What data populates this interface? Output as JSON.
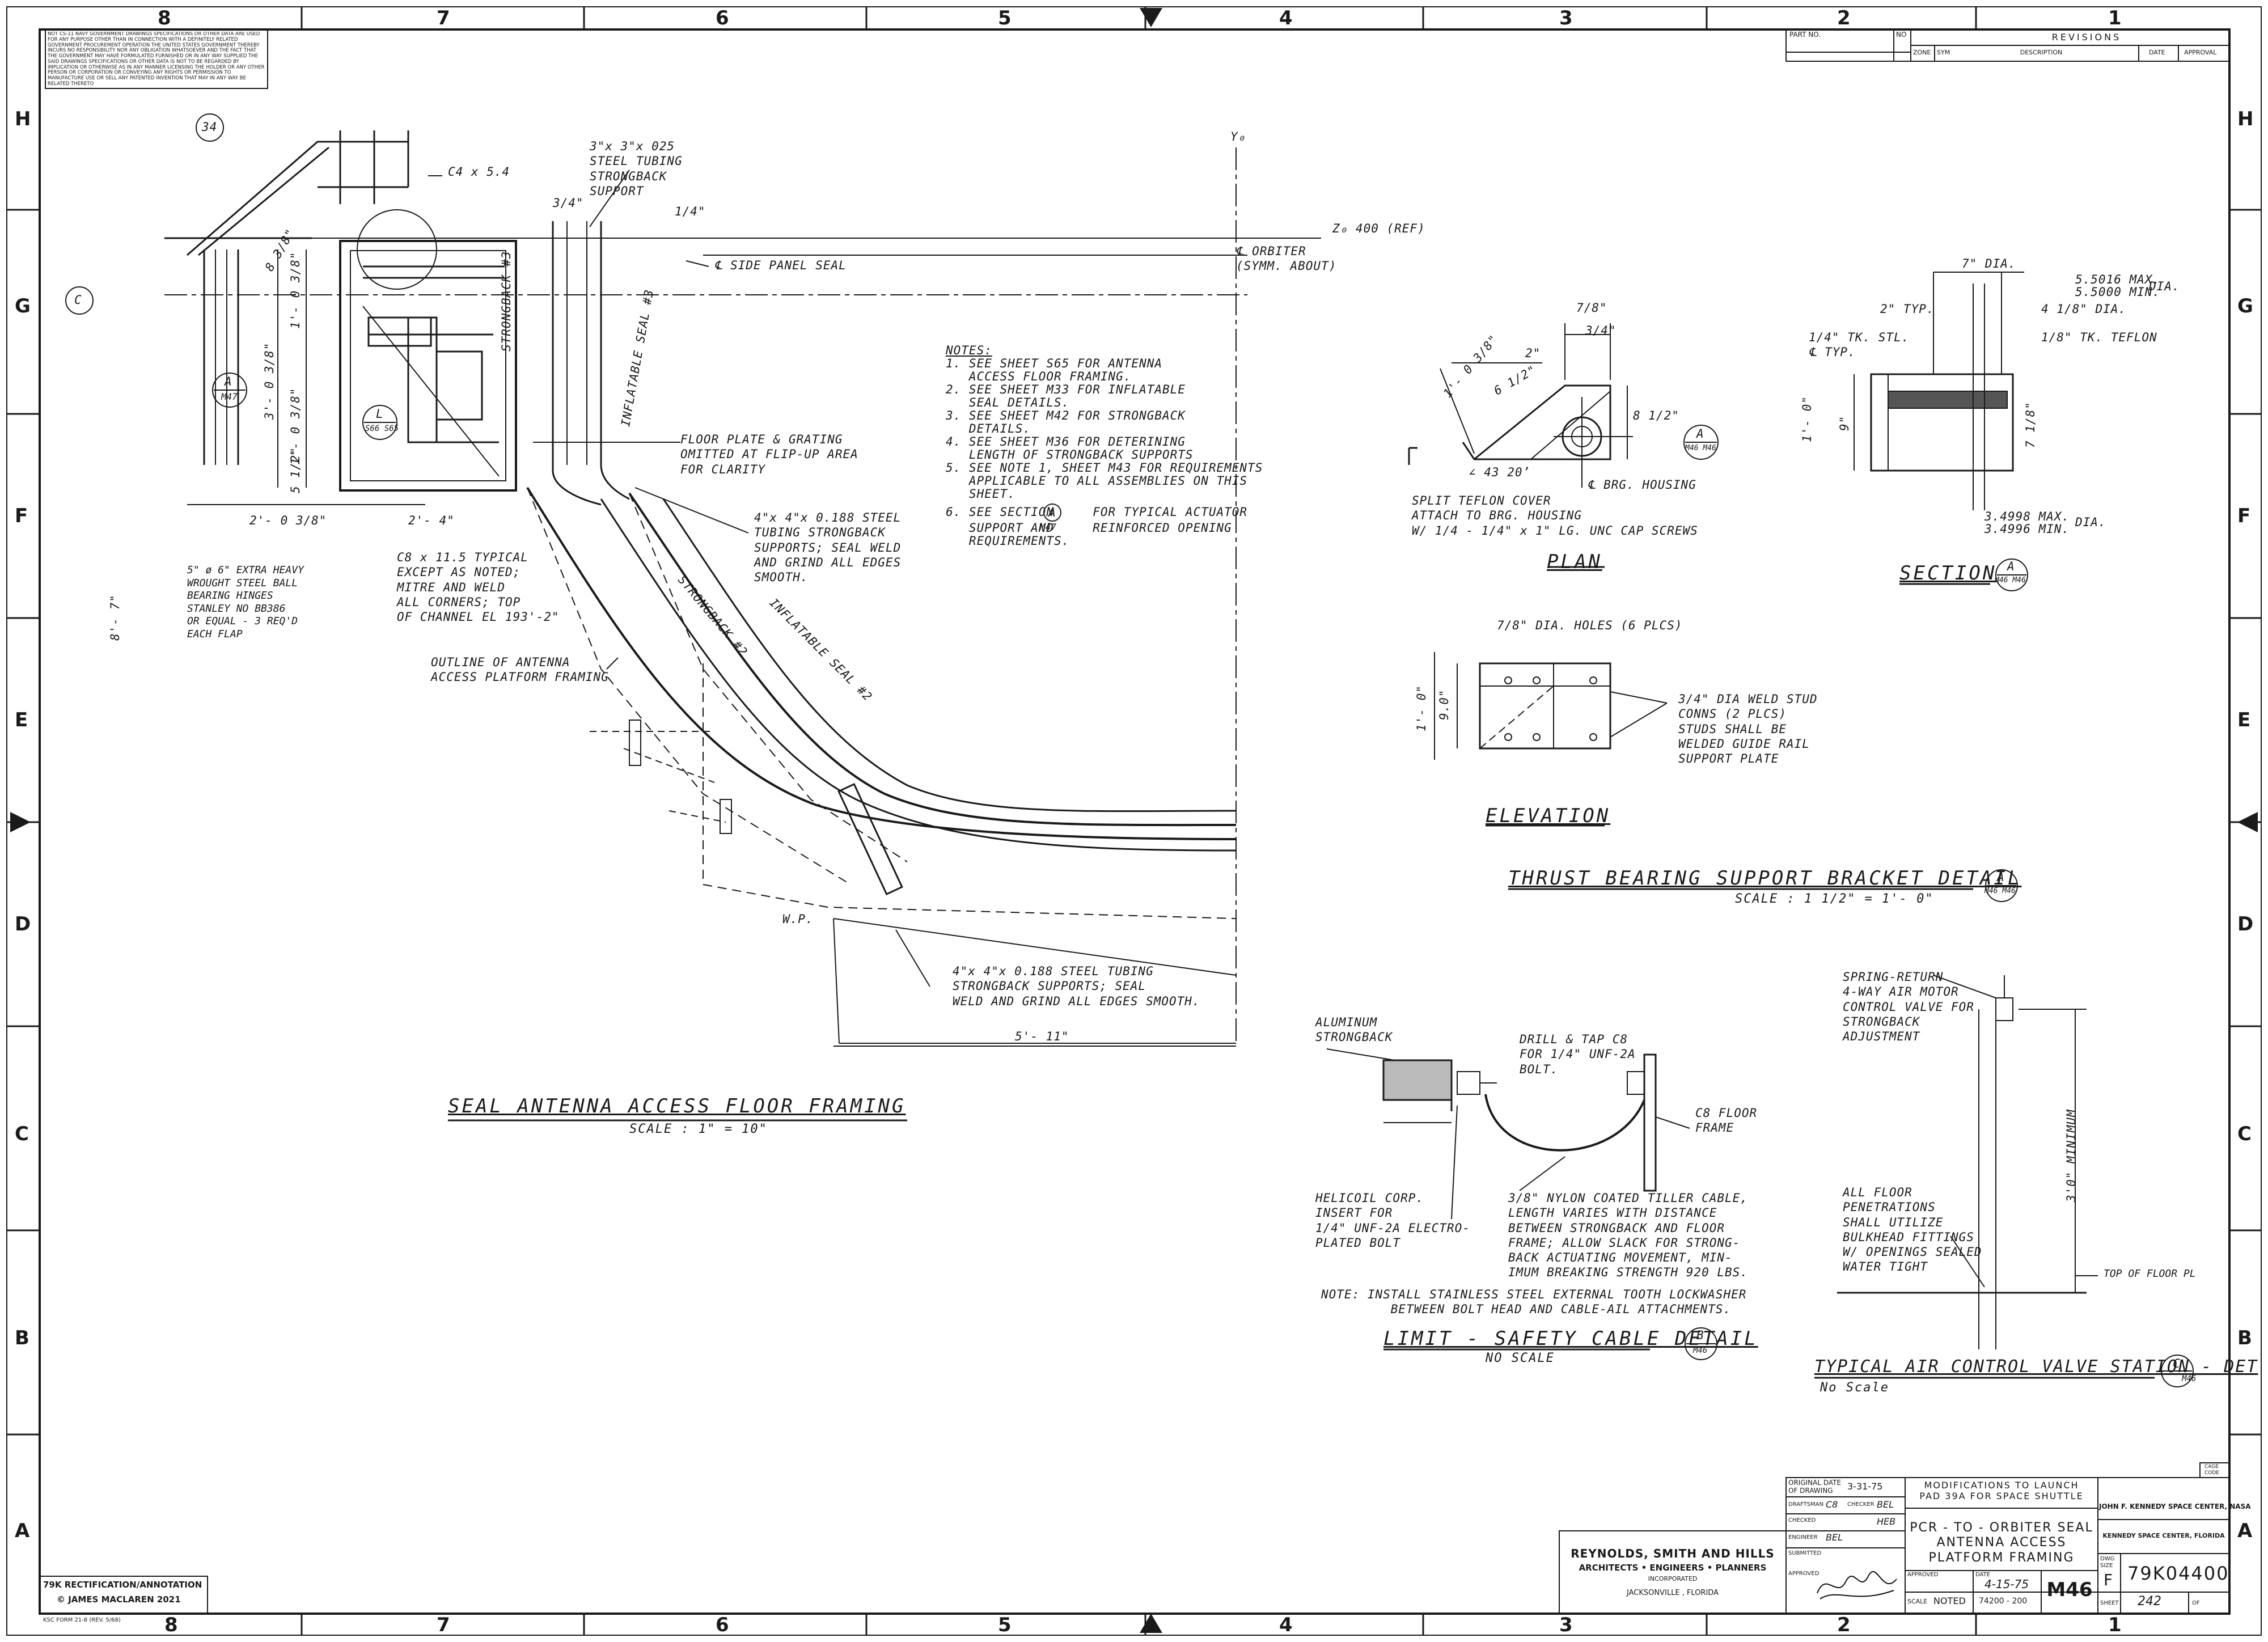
{
  "border": {
    "top_zones": [
      "8",
      "7",
      "6",
      "5",
      "4",
      "3",
      "2",
      "1"
    ],
    "bottom_zones": [
      "8",
      "7",
      "6",
      "5",
      "4",
      "3",
      "2",
      "1"
    ],
    "left_zones": [
      "H",
      "G",
      "F",
      "E",
      "D",
      "C",
      "B",
      "A"
    ],
    "right_zones": [
      "H",
      "G",
      "F",
      "E",
      "D",
      "C",
      "B",
      "A"
    ]
  },
  "gov_notice": "NOT CS-11 NAVY GOVERNMENT DRAWINGS SPECIFICATIONS OR OTHER DATA ARE USED FOR ANY PURPOSE OTHER THAN IN CONNECTION WITH A DEFINITELY RELATED GOVERNMENT PROCUREMENT OPERATION THE UNITED STATES GOVERNMENT THEREBY INCURS NO RESPONSIBILITY NOR ANY OBLIGATION WHATSOEVER AND THE FACT THAT THE GOVERNMENT MAY HAVE FORMULATED FURNISHED OR IN ANY WAY SUPPLIED THE SAID DRAWINGS SPECIFICATIONS OR OTHER DATA IS NOT TO BE REGARDED BY IMPLICATION OR OTHERWISE AS IN ANY MANNER LICENSING THE HOLDER OR ANY OTHER PERSON OR CORPORATION OR CONVEYING ANY RIGHTS OR PERMISSION TO MANUFACTURE USE OR SELL ANY PATENTED INVENTION THAT MAY IN ANY WAY BE RELATED THERETO",
  "revisions": {
    "part_no": "PART NO.",
    "no": "NO",
    "title": "REVISIONS",
    "zone": "ZONE",
    "sym": "SYM",
    "description": "DESCRIPTION",
    "date": "DATE",
    "approval": "APPROVAL"
  },
  "floor_framing": {
    "title": "SEAL ANTENNA ACCESS FLOOR FRAMING",
    "scale": "SCALE : 1\" = 10\"",
    "bubble": "34",
    "c_bubble": "C",
    "a_bubble": "A",
    "a_ref": "M47",
    "l_bubble": "L",
    "l_ref": "S66 S65",
    "c4": "C4 x 5.4",
    "tubing": "3\"x 3\"x 025\nSTEEL TUBING\nSTRONGBACK\nSUPPORT",
    "dim_34": "3/4\"",
    "dim_14": "1/4\"",
    "z0": "Z₀ 400 (REF)",
    "side_panel": "℄ SIDE PANEL SEAL",
    "orbiter": "℄ ORBITER\n(SYMM. ABOUT)",
    "y0": "Y₀",
    "strongback3": "STRONGBACK #3",
    "inflatable3": "INFLATABLE SEAL #3",
    "strongback2": "STRONGBACK #2",
    "inflatable2": "INFLATABLE SEAL #2",
    "floor_plate": "FLOOR PLATE & GRATING\nOMITTED AT FLIP-UP AREA\nFOR CLARITY",
    "tubing4a": "4\"x 4\"x 0.188 STEEL\nTUBING STRONGBACK\nSUPPORTS; SEAL WELD\nAND GRIND ALL EDGES\nSMOOTH.",
    "c8": "C8 x 11.5 TYPICAL\nEXCEPT AS NOTED;\nMITRE AND WELD\nALL CORNERS; TOP\nOF CHANNEL EL 193'-2\"",
    "pipe": "5\" ø 6\" EXTRA HEAVY\nWROUGHT STEEL BALL\nBEARING HINGES\nSTANLEY NO BB386\nOR EQUAL - 3 REQ'D\nEACH FLAP",
    "outline": "OUTLINE OF ANTENNA\nACCESS PLATFORM FRAMING",
    "wp": "W.P.",
    "tubing4b": "4\"x 4\"x 0.188 STEEL TUBING\nSTRONGBACK SUPPORTS; SEAL\nWELD AND GRIND ALL EDGES SMOOTH.",
    "dim_511": "5'- 11\"",
    "dim_208": "2'- 0 3/8\"",
    "dim_24": "2'- 4\"",
    "dim_108a": "1'- 0 3/8\"",
    "dim_308": "3'- 0 3/8\"",
    "dim_108b": "1'- 0 3/8\"",
    "dim_5": "5 1/2\"",
    "dim_88": "8 3/8\"",
    "dim_side": "8'- 7\""
  },
  "notes": {
    "title": "NOTES:",
    "lines": [
      "1. SEE SHEET S65 FOR ANTENNA",
      "   ACCESS FLOOR FRAMING.",
      "2. SEE SHEET M33 FOR INFLATABLE",
      "   SEAL DETAILS.",
      "3. SEE SHEET M42 FOR STRONGBACK",
      "   DETAILS.",
      "4. SEE SHEET M36 FOR DETERINING",
      "   LENGTH OF STRONGBACK SUPPORTS",
      "5. SEE NOTE 1, SHEET M43 FOR REQUIREMENTS",
      "   APPLICABLE TO ALL ASSEMBLIES ON THIS",
      "   SHEET.",
      "6. SEE SECTION     FOR TYPICAL ACTUATOR",
      "   SUPPORT AND     REINFORCED OPENING",
      "   REQUIREMENTS."
    ],
    "sec_a": "A",
    "sec_m47": "M47"
  },
  "plan": {
    "title": "PLAN",
    "dim_78": "7/8\"",
    "dim_34": "3/4\"",
    "dim_108": "1'- 0 3/8\"",
    "dim_612": "6 1/2\"",
    "dim_2": "2\"",
    "dim_812": "8 1/2\"",
    "angle": "∠ 43 20’",
    "brg": "℄ BRG. HOUSING",
    "teflon": "SPLIT TEFLON COVER\nATTACH TO BRG. HOUSING\nW/ 1/4 - 1/4\" x 1\" LG. UNC CAP SCREWS",
    "a_bubble": "A",
    "a_ref": "M46 M46"
  },
  "section": {
    "title": "SECTION",
    "a_bubble": "A",
    "a_ref": "M46 M46",
    "dia7": "7\" DIA.",
    "max_top": "5.5016 MAX.",
    "min_top": "5.5000 MIN.",
    "dia_word": "DIA.",
    "typ2": "2\" TYP.",
    "dia4": "4 1/8\" DIA.",
    "tk_stl": "1/4\" TK. STL.\n℄ TYP.",
    "tk_teflon": "1/8\" TK. TEFLON",
    "dim_10": "1'- 0\"",
    "dim_9": "9\"",
    "dim_78": "7 1/8\"",
    "max_bot": "3.4998 MAX.",
    "min_bot": "3.4996 MIN.",
    "dia_word2": "DIA."
  },
  "elevation": {
    "title": "ELEVATION",
    "holes": "7/8\" DIA. HOLES (6 PLCS)",
    "stud": "3/4\" DIA WELD STUD\nCONNS (2 PLCS)\nSTUDS SHALL BE\nWELDED GUIDE RAIL\nSUPPORT PLATE",
    "dim_10": "1'- 0\"",
    "dim_90": "9.0\""
  },
  "thrust": {
    "title": "THRUST BEARING SUPPORT BRACKET DETAIL",
    "bubble": "A",
    "ref": "M46 M46",
    "scale": "SCALE : 1 1/2\" = 1'- 0\""
  },
  "cable": {
    "aluminum": "ALUMINUM\nSTRONGBACK",
    "drill": "DRILL & TAP C8\nFOR 1/4\" UNF-2A\nBOLT.",
    "c8": "C8 FLOOR\nFRAME",
    "helicoil": "HELICOIL CORP.\nINSERT FOR\n1/4\" UNF-2A ELECTRO-\nPLATED BOLT",
    "nylon": "3/8\" NYLON COATED TILLER CABLE,\nLENGTH VARIES WITH DISTANCE\nBETWEEN STRONGBACK AND FLOOR\nFRAME; ALLOW SLACK FOR STRONG-\nBACK ACTUATING MOVEMENT, MIN-\nIMUM BREAKING STRENGTH 920 LBS.",
    "note": "NOTE: INSTALL STAINLESS STEEL EXTERNAL TOOTH LOCKWASHER\n         BETWEEN BOLT HEAD AND CABLE-AIL ATTACHMENTS.",
    "title": "LIMIT - SAFETY CABLE DETAIL",
    "scale": "NO SCALE",
    "bubble": "B",
    "ref": "M46"
  },
  "valve": {
    "spring": "SPRING-RETURN\n4-WAY AIR MOTOR\nCONTROL VALVE FOR\nSTRONGBACK\nADJUSTMENT",
    "min": "3'0\" MINIMUM",
    "floor_pen": "ALL FLOOR\nPENETRATIONS\nSHALL UTILIZE\nBULKHEAD FITTINGS\nW/ OPENINGS SEALED\nWATER TIGHT",
    "top_floor": "TOP OF FLOOR PL",
    "title": "TYPICAL AIR CONTROL VALVE STATION - DET",
    "scale": "No Scale",
    "bubble": "C",
    "ref": "M46"
  },
  "title_block": {
    "orig_date_label": "ORIGINAL DATE\nOF DRAWING",
    "orig_date": "3-31-75",
    "draftsman_label": "DRAFTSMAN",
    "draftsman": "C8",
    "checker_label": "CHECKER",
    "checker": "BEL",
    "checked_label": "CHECKED",
    "checked": "HEB",
    "engineer_label": "ENGINEER",
    "engineer": "BEL",
    "submitted_label": "SUBMITTED",
    "approved_label": "APPROVED",
    "mod_title": "MODIFICATIONS TO LAUNCH\nPAD 39A FOR SPACE SHUTTLE",
    "dwg_title": "PCR - TO - ORBITER SEAL\nANTENNA ACCESS\nPLATFORM FRAMING",
    "approved2_label": "APPROVED",
    "date_label": "DATE",
    "date": "4-15-75",
    "scale_label": "SCALE",
    "scale": "NOTED",
    "contract": "74200 - 200",
    "sheet_id": "M46",
    "agency": "JOHN F. KENNEDY SPACE CENTER, NASA",
    "center": "KENNEDY SPACE CENTER, FLORIDA",
    "size_label": "DWG\nSIZE",
    "size": "F",
    "dwg_no": "79K04400",
    "sheet_label": "SHEET",
    "sheet": "242",
    "of_label": "OF",
    "code_label": "CAGE\nCODE",
    "firm": "REYNOLDS, SMITH AND HILLS",
    "firm_sub": "ARCHITECTS • ENGINEERS • PLANNERS",
    "inc": "INCORPORATED",
    "city": "JACKSONVILLE , FLORIDA"
  },
  "annotation": {
    "line1": "79K RECTIFICATION/ANNOTATION",
    "line2": "© JAMES MACLAREN 2021"
  },
  "form": "KSC FORM 21-8 (REV. 5/68)"
}
